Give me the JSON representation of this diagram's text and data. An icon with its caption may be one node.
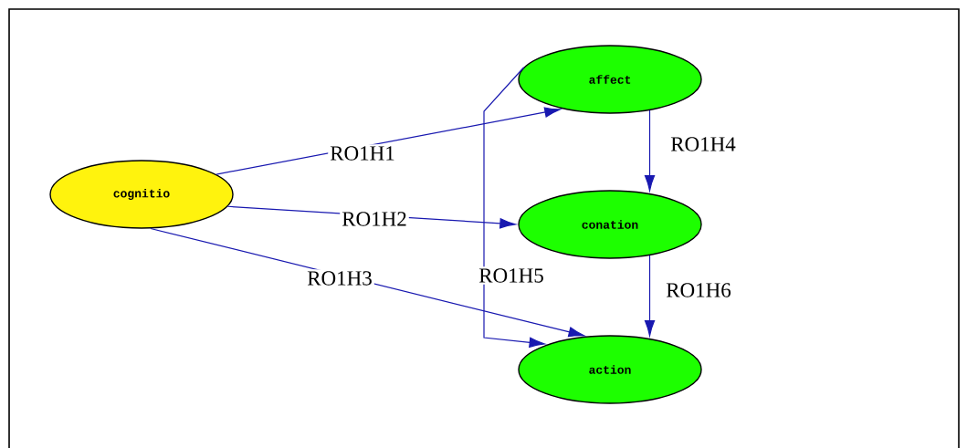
{
  "diagram": {
    "nodes": [
      {
        "text": [
          "cognitio"
        ]
      },
      {
        "text": [
          "affect"
        ]
      },
      {
        "text": [
          "conation"
        ]
      },
      {
        "text": [
          "action"
        ]
      }
    ],
    "edges": [
      {
        "from": 0,
        "to": 1,
        "arrow": "to",
        "label": "RO1H1"
      },
      {
        "from": 0,
        "to": 2,
        "arrow": "to",
        "label": "RO1H2"
      },
      {
        "from": 0,
        "to": 3,
        "arrow": "to",
        "label": "RO1H3"
      },
      {
        "from": 1,
        "to": 2,
        "arrow": "to",
        "label": "RO1H4"
      },
      {
        "from": 1,
        "to": 3,
        "arrow": "to",
        "label": "RO1H5"
      },
      {
        "from": 2,
        "to": 3,
        "arrow": "to",
        "label": "RO1H6"
      }
    ]
  }
}
